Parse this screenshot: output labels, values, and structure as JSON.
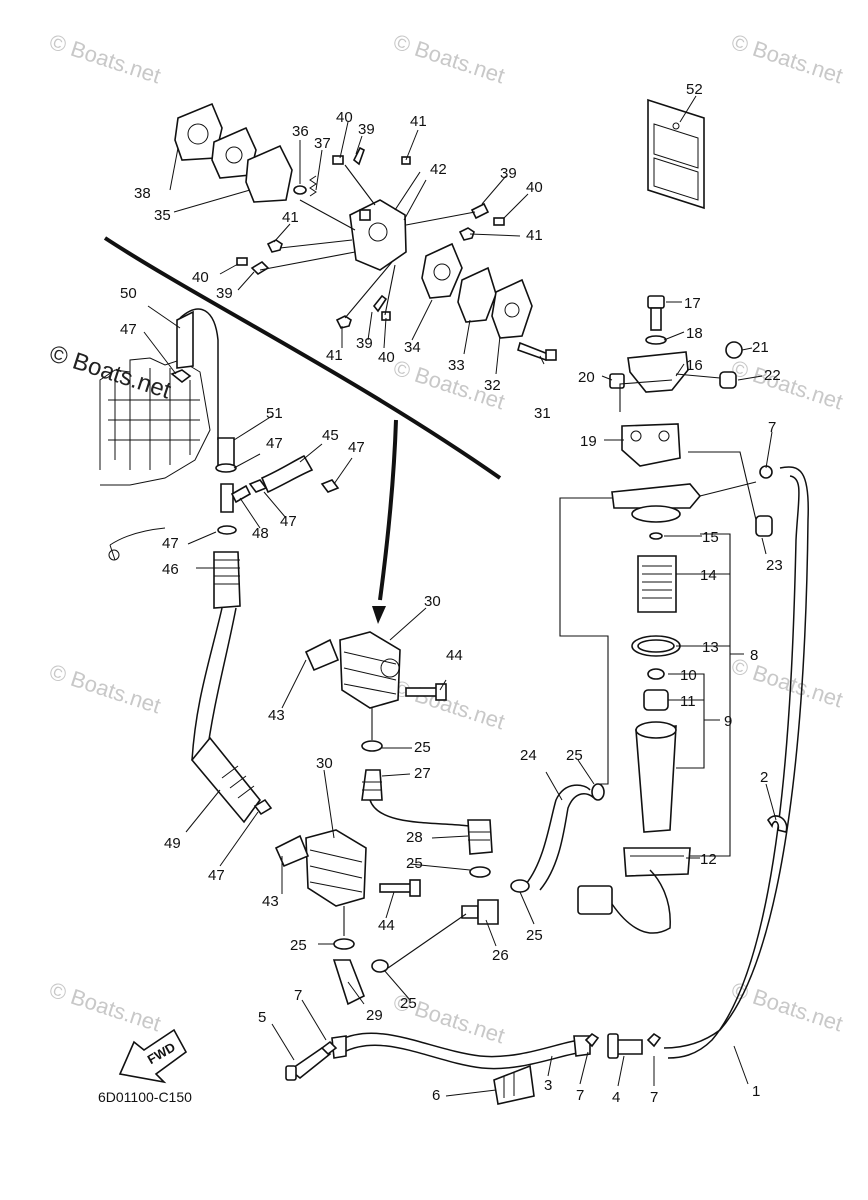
{
  "watermark": "© Boats.net",
  "diagram_code": "6D01100-C150",
  "fwd_label": "FWD",
  "callouts": [
    "1",
    "2",
    "3",
    "4",
    "5",
    "6",
    "7",
    "8",
    "9",
    "10",
    "11",
    "12",
    "13",
    "14",
    "15",
    "16",
    "17",
    "18",
    "19",
    "20",
    "21",
    "22",
    "23",
    "24",
    "25",
    "26",
    "27",
    "28",
    "29",
    "30",
    "31",
    "32",
    "33",
    "34",
    "35",
    "36",
    "37",
    "38",
    "39",
    "40",
    "41",
    "42",
    "43",
    "44",
    "45",
    "46",
    "47",
    "48",
    "49",
    "50",
    "51",
    "52"
  ]
}
